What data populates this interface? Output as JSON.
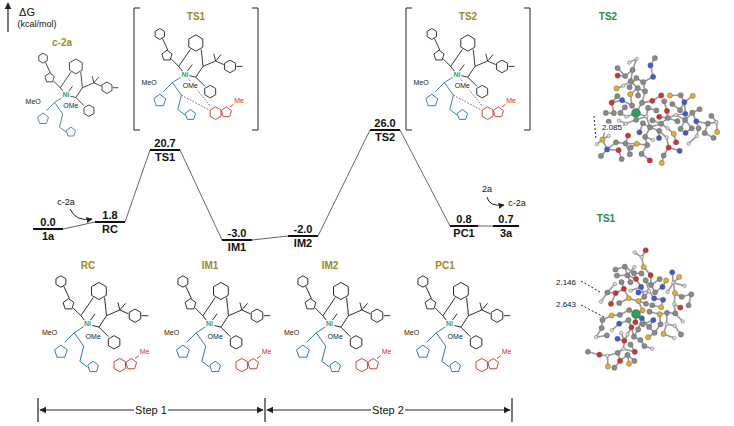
{
  "diagram": {
    "nodes": [
      {
        "text": [
          "0.0",
          "1a"
        ]
      },
      {
        "text": [
          "1.8",
          "RC"
        ]
      },
      {
        "text": [
          "20.7",
          "TS1"
        ]
      },
      {
        "text": [
          "-3.0",
          "IM1"
        ]
      },
      {
        "text": [
          "-2.0",
          "IM2"
        ]
      },
      {
        "text": [
          "26.0",
          "TS2"
        ]
      },
      {
        "text": [
          "0.8",
          "PC1"
        ]
      },
      {
        "text": [
          "0.7",
          "3a"
        ]
      }
    ],
    "edges": [
      {
        "from": 0,
        "to": 1,
        "arrow": "none"
      },
      {
        "from": 1,
        "to": 2,
        "arrow": "none"
      },
      {
        "from": 2,
        "to": 3,
        "arrow": "none"
      },
      {
        "from": 3,
        "to": 4,
        "arrow": "none"
      },
      {
        "from": 4,
        "to": 5,
        "arrow": "none"
      },
      {
        "from": 5,
        "to": 6,
        "arrow": "none"
      },
      {
        "from": 6,
        "to": 7,
        "arrow": "none"
      }
    ],
    "labels": [
      "ΔG",
      "(kcal/mol)",
      "c-2a",
      "TS1",
      "TS2",
      "TS2",
      "c-2a",
      "2a",
      "c-2a",
      "TS1",
      "2.085",
      "2.146",
      "2.643",
      "RC",
      "IM1",
      "IM2",
      "PC1",
      "Step 1",
      "Step 2",
      "Ni",
      "MeO",
      "OMe",
      "Ni",
      "MeO",
      "OMe",
      "Me",
      "Ni",
      "MeO",
      "OMe",
      "Me",
      "Ni",
      "MeO",
      "OMe",
      "Me",
      "Ni",
      "MeO",
      "OMe",
      "Me",
      "Ni",
      "MeO",
      "OMe",
      "Me",
      "Ni",
      "MeO",
      "OMe",
      "Me"
    ]
  }
}
